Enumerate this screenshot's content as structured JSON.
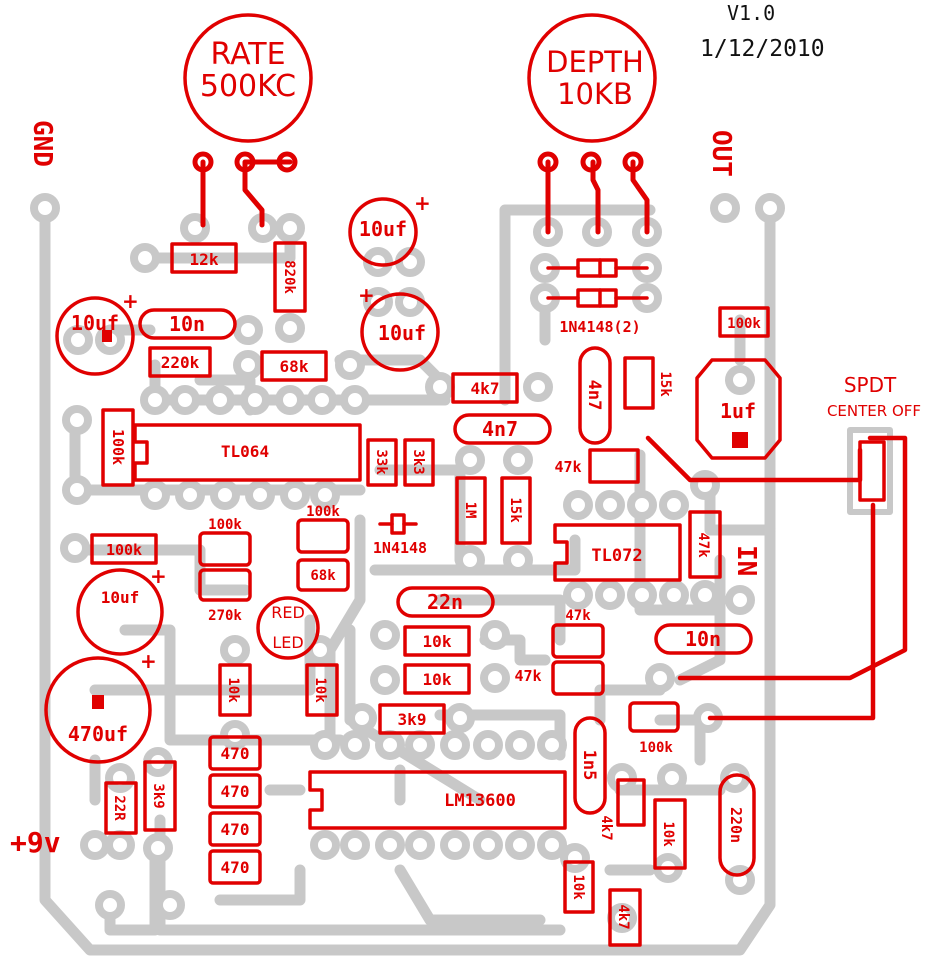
{
  "header": {
    "version": "V1.0",
    "date": "1/12/2010"
  },
  "pots": {
    "rate": {
      "line1": "RATE",
      "line2": "500KC"
    },
    "depth": {
      "line1": "DEPTH",
      "line2": "10KB"
    }
  },
  "terminals": {
    "gnd": "GND",
    "out": "OUT",
    "in": "IN",
    "power": "+9v"
  },
  "switch": {
    "line1": "SPDT",
    "line2": "CENTER OFF"
  },
  "parts": {
    "r12k": "12k",
    "r820k": "820k",
    "c10uf_top": "10uf",
    "c10uf_mid": "10uf",
    "c10uf_left": "10uf",
    "c10n_top": "10n",
    "r220k": "220k",
    "r68k_top": "68k",
    "r4k7": "4k7",
    "diodes_pair": "1N4148(2)",
    "r100k_top": "100k",
    "c4n7_v": "4n7",
    "r15k_top": "15k",
    "c1uf": "1uf",
    "c4n7_h": "4n7",
    "r47k_a": "47k",
    "r100k_v": "100k",
    "ic_tl064": "TL064",
    "r33k": "33k",
    "r3k3": "3k3",
    "r1m": "1M",
    "r15k_v": "15k",
    "ic_tl072": "TL072",
    "r47k_v": "47k",
    "r100k_a": "100k",
    "r100k_b": "100k",
    "r100k_c": "100k",
    "d_1n4148": "1N4148",
    "r68k_b": "68k",
    "c10uf_b": "10uf",
    "r270k": "270k",
    "led_line1": "RED",
    "led_line2": "LED",
    "c22n": "22n",
    "r10k_a": "10k",
    "r10k_b": "10k",
    "r47k_b": "47k",
    "r47k_c": "47k",
    "c10n_b": "10n",
    "c470uf": "470uf",
    "r10k_v1": "10k",
    "r10k_v2": "10k",
    "r3k9_h": "3k9",
    "r100k_d": "100k",
    "c1n5": "1n5",
    "r470_1": "470",
    "r470_2": "470",
    "r470_3": "470",
    "r470_4": "470",
    "ic_lm13600": "LM13600",
    "r22r": "22R",
    "r3k9_v": "3k9",
    "r4k7_v": "4k7",
    "r10k_v3": "10k",
    "c220n": "220n",
    "r10k_v4": "10k",
    "r4k7_v2": "4k7"
  },
  "colors": {
    "copper": "#c8c8c8",
    "silk": "#e00000",
    "text": "#111111",
    "background": "#ffffff"
  }
}
